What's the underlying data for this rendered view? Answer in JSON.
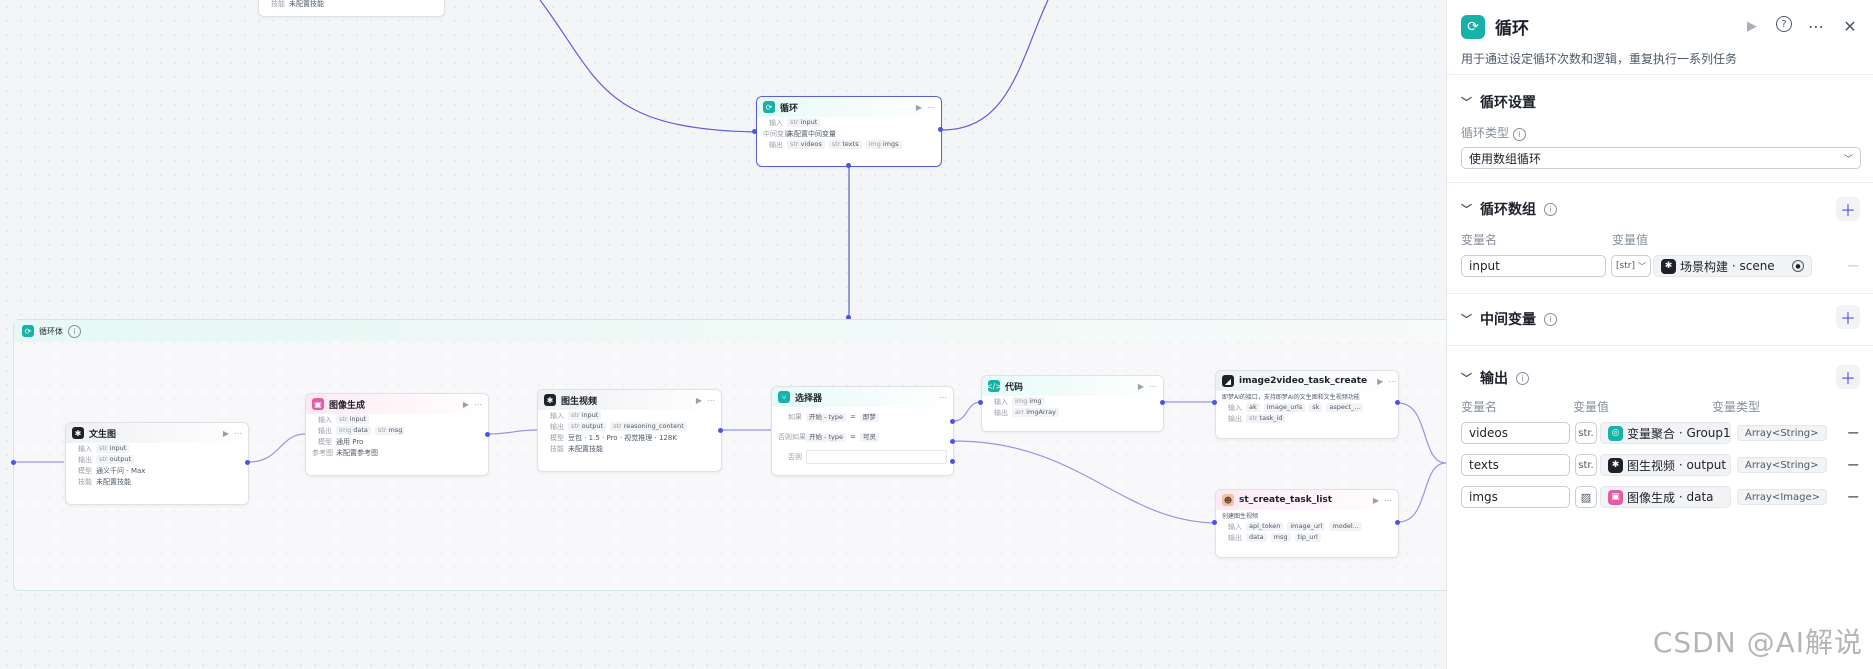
{
  "canvas": {
    "top_node": {
      "label_skill": "技能",
      "skill_value": "未配置技能"
    },
    "loop_node": {
      "title": "循环",
      "input_label": "输入",
      "input_type": "str",
      "input_value": "input",
      "mid_label": "中间变量",
      "mid_value": "未配置中间变量",
      "output_label": "输出",
      "outputs": [
        {
          "type": "str",
          "name": "videos"
        },
        {
          "type": "str",
          "name": "texts"
        },
        {
          "type": "img",
          "name": "imgs"
        }
      ]
    },
    "loop_body": {
      "title": "循环体"
    },
    "wensheng": {
      "title": "文生图",
      "input_label": "输入",
      "input_type": "str",
      "input_value": "input",
      "output_label": "输出",
      "output_type": "str",
      "output_value": "output",
      "model_label": "模型",
      "model_value": "通义千问 - Max",
      "skill_label": "技能",
      "skill_value": "未配置技能"
    },
    "imggen": {
      "title": "图像生成",
      "input_label": "输入",
      "input_type": "str",
      "input_value": "input",
      "output_label": "输出",
      "output_type1": "img",
      "output_value1": "data",
      "output_type2": "str",
      "output_value2": "msg",
      "model_label": "模型",
      "model_value": "通用 Pro",
      "ref_label": "参考图",
      "ref_value": "未配置参考图"
    },
    "imgvideo": {
      "title": "图生视频",
      "input_label": "输入",
      "input_type": "str",
      "input_value": "input",
      "output_label": "输出",
      "output_type1": "str",
      "output_value1": "output",
      "output_type2": "str",
      "output_value2": "reasoning_content",
      "model_label": "模型",
      "model_value": "豆包 · 1.5 · Pro · 视觉推理 · 128K",
      "skill_label": "技能",
      "skill_value": "未配置技能"
    },
    "selector": {
      "title": "选择器",
      "if_label": "如果",
      "if_src": "开始 - type",
      "if_op": "=",
      "if_val": "即梦",
      "elif_label": "否则如果",
      "elif_src": "开始 - type",
      "elif_op": "=",
      "elif_val": "可灵",
      "else_label": "否则"
    },
    "code": {
      "title": "代码",
      "input_label": "输入",
      "input_type": "img",
      "input_value": "img",
      "output_label": "输出",
      "output_type": "arr",
      "output_value": "imgArray"
    },
    "i2v": {
      "title": "image2video_task_create",
      "desc": "即梦AI的接口，支持即梦AI的文生图和文生视频功能",
      "input_label": "输入",
      "inputs": [
        "ak",
        "image_urls",
        "sk",
        "aspect_..."
      ],
      "output_label": "输出",
      "output_type": "str",
      "output_value": "task_id"
    },
    "st": {
      "title": "st_create_task_list",
      "desc": "创建图生视频",
      "input_label": "输入",
      "inputs": [
        "api_token",
        "image_url",
        "model..."
      ],
      "output_label": "输出",
      "outputs": [
        "data",
        "msg",
        "tip_url"
      ]
    }
  },
  "panel": {
    "title": "循环",
    "description": "用于通过设定循环次数和逻辑，重复执行一系列任务",
    "settings_title": "循环设置",
    "loop_type_label": "循环类型",
    "loop_type_value": "使用数组循环",
    "array_title": "循环数组",
    "var_name_label": "变量名",
    "var_value_label": "变量值",
    "array_item": {
      "name": "input",
      "type": "[str]",
      "ref_node": "场景构建",
      "ref_field": "scene"
    },
    "mid_title": "中间变量",
    "output_title": "输出",
    "var_type_label": "变量类型",
    "outputs": [
      {
        "name": "videos",
        "type_short": "str.",
        "ref_node": "变量聚合",
        "ref_field": "Group1",
        "var_type": "Array<String>"
      },
      {
        "name": "texts",
        "type_short": "str.",
        "ref_node": "图生视频",
        "ref_field": "output",
        "var_type": "Array<String>"
      },
      {
        "name": "imgs",
        "type_short": "img",
        "ref_node": "图像生成",
        "ref_field": "data",
        "var_type": "Array<Image>"
      }
    ]
  },
  "watermark": "CSDN @AI解说",
  "colors": {
    "accent": "#4d53e8",
    "loop_teal": "#17b1a7",
    "image_pink": "#e55ca6"
  }
}
